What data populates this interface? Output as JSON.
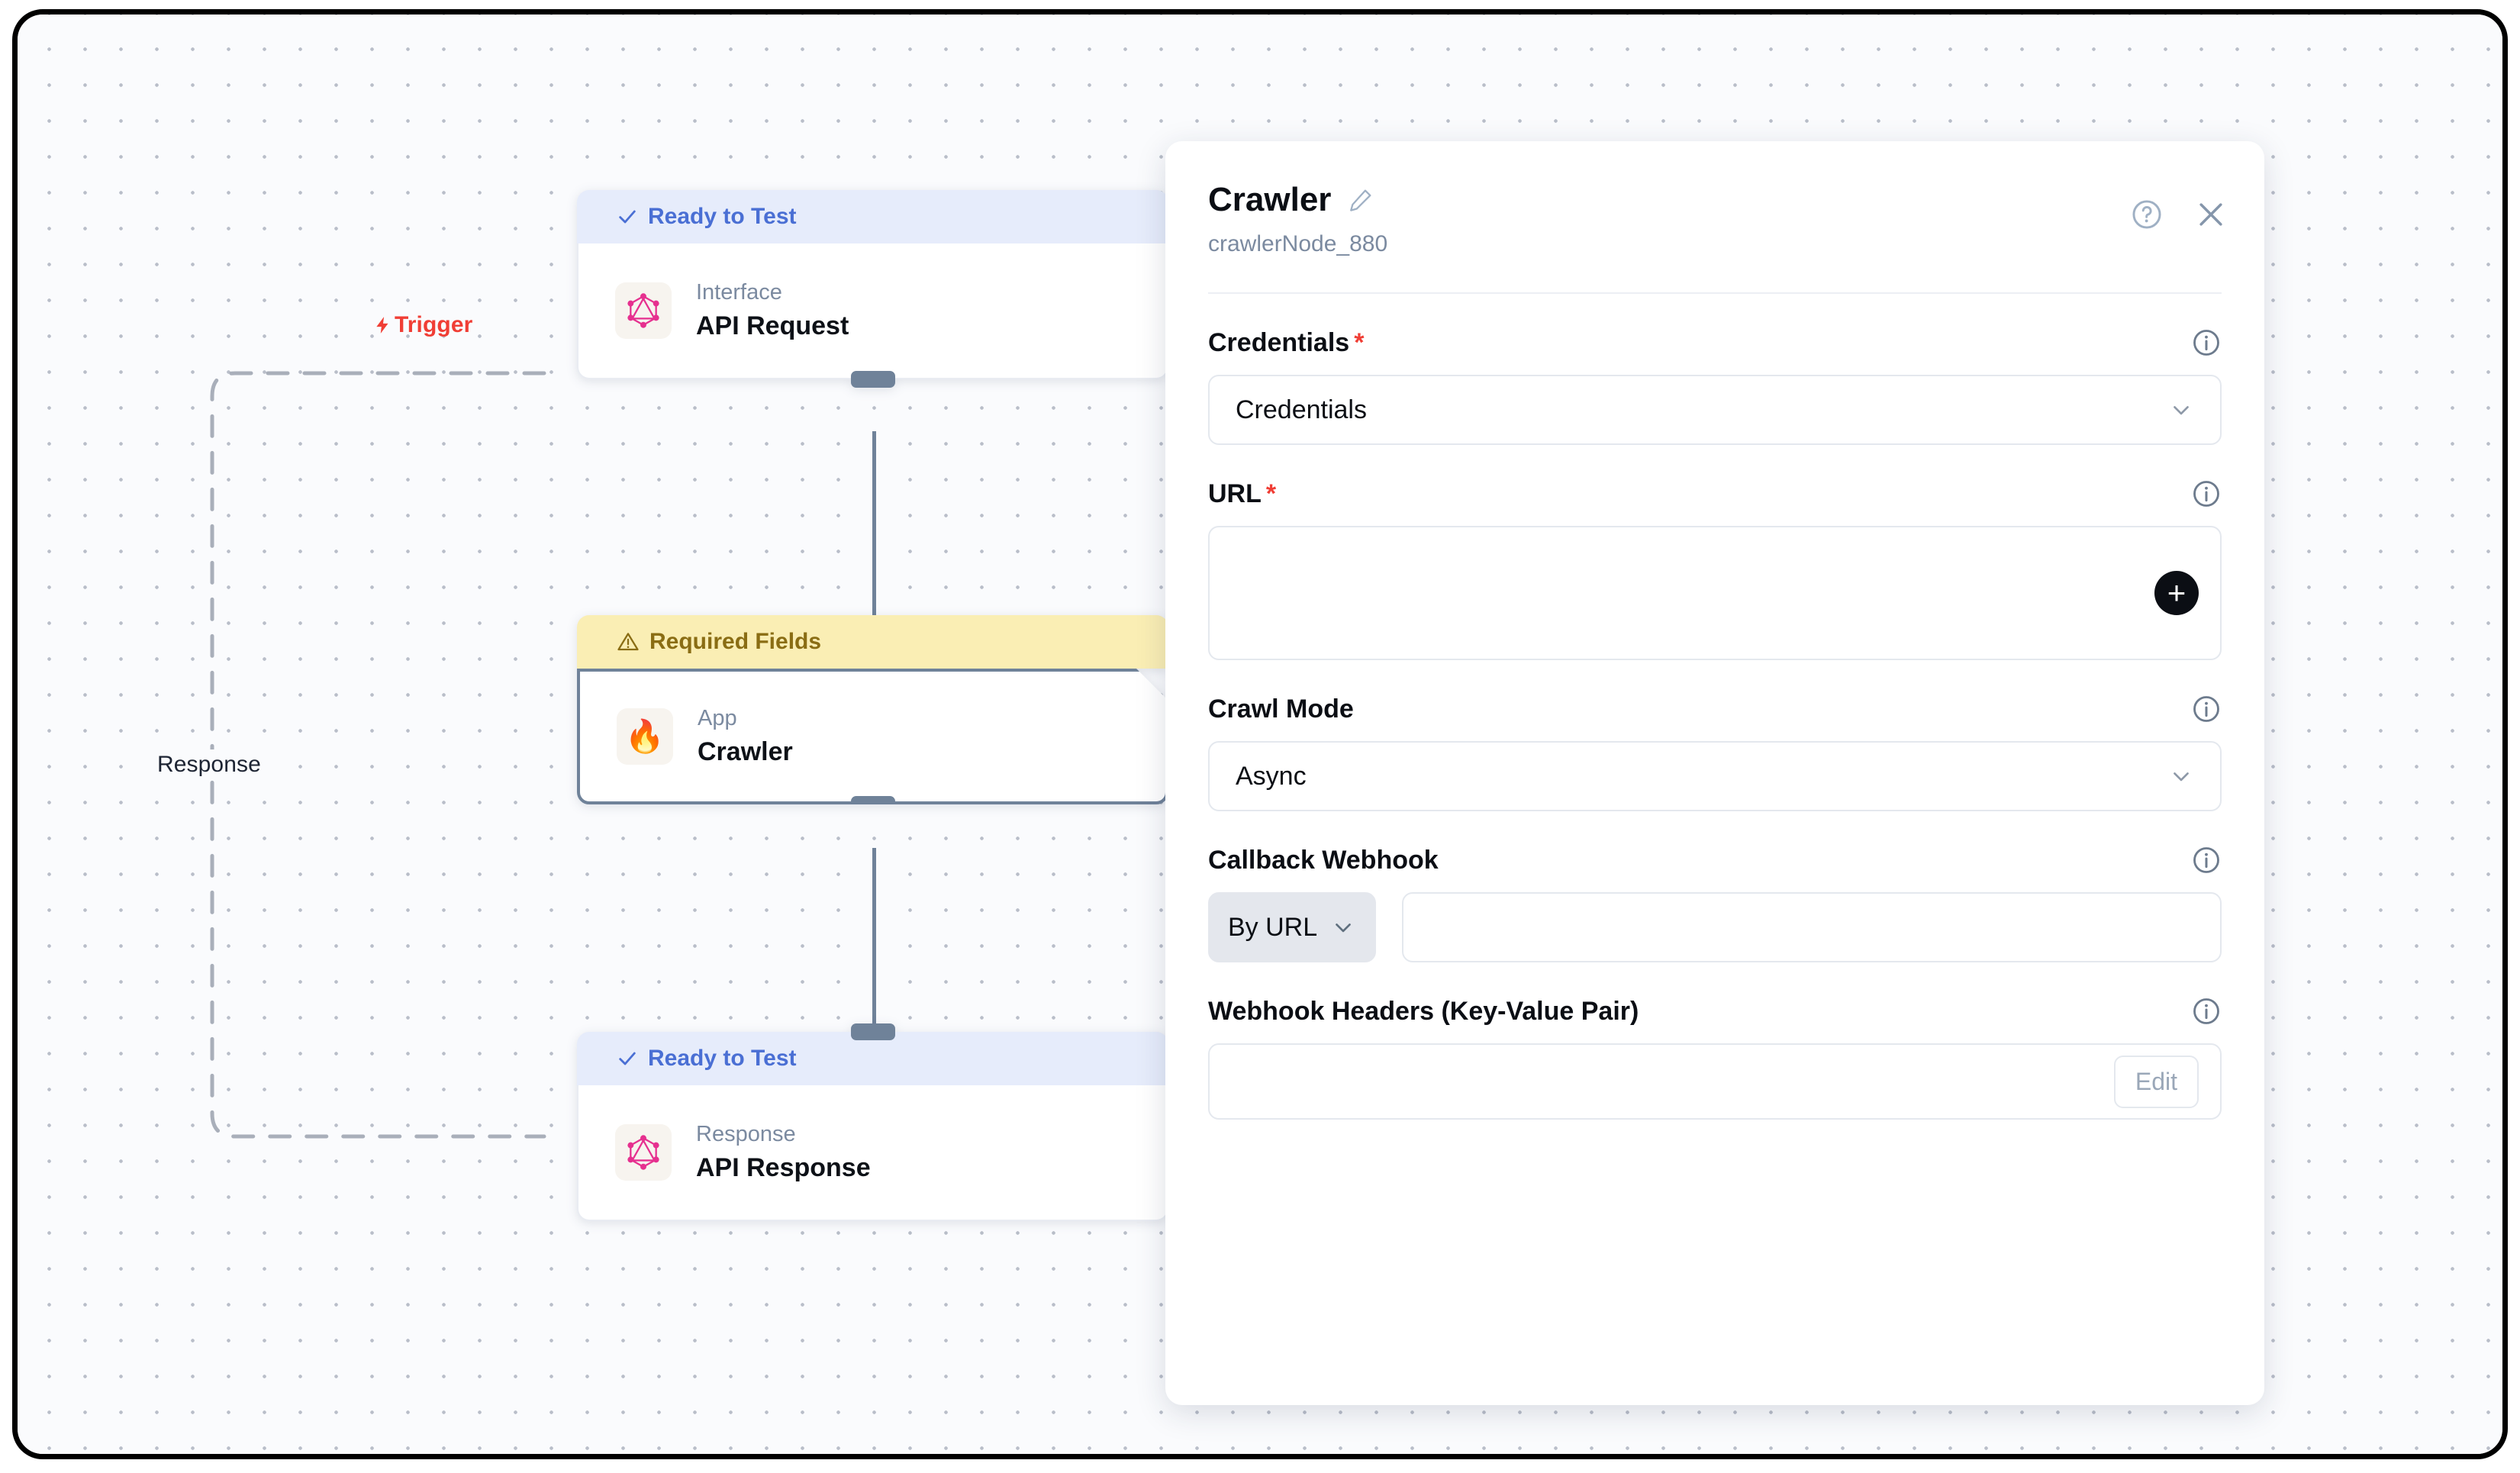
{
  "canvas": {
    "trigger_label": "Trigger",
    "response_label": "Response",
    "nodes": [
      {
        "status": "Ready to Test",
        "status_type": "ready",
        "kicker": "Interface",
        "title": "API Request",
        "icon": "graphql-icon"
      },
      {
        "status": "Required Fields",
        "status_type": "warn",
        "kicker": "App",
        "title": "Crawler",
        "icon": "fire-icon"
      },
      {
        "status": "Ready to Test",
        "status_type": "ready",
        "kicker": "Response",
        "title": "API Response",
        "icon": "graphql-icon"
      }
    ]
  },
  "panel": {
    "title": "Crawler",
    "node_id": "crawlerNode_880",
    "edit_title_icon": "pencil-icon",
    "help_icon": "help-circle-icon",
    "close_icon": "close-icon",
    "fields": {
      "credentials": {
        "label": "Credentials",
        "required": true,
        "value": "Credentials",
        "info_icon": "info-icon"
      },
      "url": {
        "label": "URL",
        "required": true,
        "value": "",
        "add_label": "+",
        "info_icon": "info-icon"
      },
      "crawl_mode": {
        "label": "Crawl Mode",
        "required": false,
        "value": "Async",
        "info_icon": "info-icon"
      },
      "callback_webhook": {
        "label": "Callback Webhook",
        "required": false,
        "mode": "By URL",
        "value": "",
        "info_icon": "info-icon"
      },
      "webhook_headers": {
        "label": "Webhook Headers (Key-Value Pair)",
        "required": false,
        "edit_label": "Edit",
        "info_icon": "info-icon"
      }
    }
  },
  "colors": {
    "accent_blue": "#4a6fd4",
    "warn_yellow": "#faeeb4",
    "trigger_red": "#f03e35",
    "node_border_selected": "#6f8299"
  }
}
